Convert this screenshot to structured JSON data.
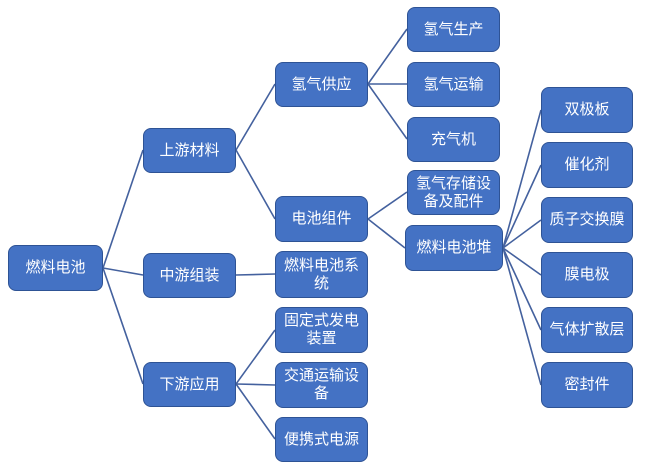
{
  "diagram": {
    "type": "tree",
    "orientation": "left-to-right",
    "colors": {
      "background": "#FFFFFF",
      "node_fill": "#4472C4",
      "node_border": "#2E5395",
      "node_text": "#FFFFFF",
      "connector": "#44619E"
    },
    "nodes": [
      {
        "id": "fuel-cell",
        "label": "燃料电池",
        "level": 0
      },
      {
        "id": "upstream-materials",
        "label": "上游材料",
        "level": 1
      },
      {
        "id": "midstream-assembly",
        "label": "中游组装",
        "level": 1
      },
      {
        "id": "downstream-applications",
        "label": "下游应用",
        "level": 1
      },
      {
        "id": "hydrogen-supply",
        "label": "氢气供应",
        "level": 2
      },
      {
        "id": "battery-components",
        "label": "电池组件",
        "level": 2
      },
      {
        "id": "fuel-cell-system",
        "label": "燃料电池系统",
        "level": 2
      },
      {
        "id": "stationary-power-generation",
        "label": "固定式发电装置",
        "level": 2
      },
      {
        "id": "transportation-equipment",
        "label": "交通运输设备",
        "level": 2
      },
      {
        "id": "portable-power",
        "label": "便携式电源",
        "level": 2
      },
      {
        "id": "hydrogen-production",
        "label": "氢气生产",
        "level": 3
      },
      {
        "id": "hydrogen-transport",
        "label": "氢气运输",
        "level": 3
      },
      {
        "id": "gas-filling-machine",
        "label": "充气机",
        "level": 3
      },
      {
        "id": "hydrogen-storage-equipment",
        "label": "氢气存储设备及配件",
        "level": 3
      },
      {
        "id": "fuel-cell-stack",
        "label": "燃料电池堆",
        "level": 3
      },
      {
        "id": "bipolar-plate",
        "label": "双极板",
        "level": 4
      },
      {
        "id": "catalyst",
        "label": "催化剂",
        "level": 4
      },
      {
        "id": "proton-exchange-membrane",
        "label": "质子交换膜",
        "level": 4
      },
      {
        "id": "membrane-electrode",
        "label": "膜电极",
        "level": 4
      },
      {
        "id": "gas-diffusion-layer",
        "label": "气体扩散层",
        "level": 4
      },
      {
        "id": "seals",
        "label": "密封件",
        "level": 4
      }
    ],
    "edges": [
      {
        "from": "燃料电池",
        "to": "上游材料"
      },
      {
        "from": "燃料电池",
        "to": "中游组装"
      },
      {
        "from": "燃料电池",
        "to": "下游应用"
      },
      {
        "from": "上游材料",
        "to": "氢气供应"
      },
      {
        "from": "上游材料",
        "to": "电池组件"
      },
      {
        "from": "中游组装",
        "to": "燃料电池系统"
      },
      {
        "from": "下游应用",
        "to": "固定式发电装置"
      },
      {
        "from": "下游应用",
        "to": "交通运输设备"
      },
      {
        "from": "下游应用",
        "to": "便携式电源"
      },
      {
        "from": "氢气供应",
        "to": "氢气生产"
      },
      {
        "from": "氢气供应",
        "to": "氢气运输"
      },
      {
        "from": "氢气供应",
        "to": "充气机"
      },
      {
        "from": "电池组件",
        "to": "氢气存储设备及配件"
      },
      {
        "from": "电池组件",
        "to": "燃料电池堆"
      },
      {
        "from": "燃料电池堆",
        "to": "双极板"
      },
      {
        "from": "燃料电池堆",
        "to": "催化剂"
      },
      {
        "from": "燃料电池堆",
        "to": "质子交换膜"
      },
      {
        "from": "燃料电池堆",
        "to": "膜电极"
      },
      {
        "from": "燃料电池堆",
        "to": "气体扩散层"
      },
      {
        "from": "燃料电池堆",
        "to": "密封件"
      }
    ]
  }
}
